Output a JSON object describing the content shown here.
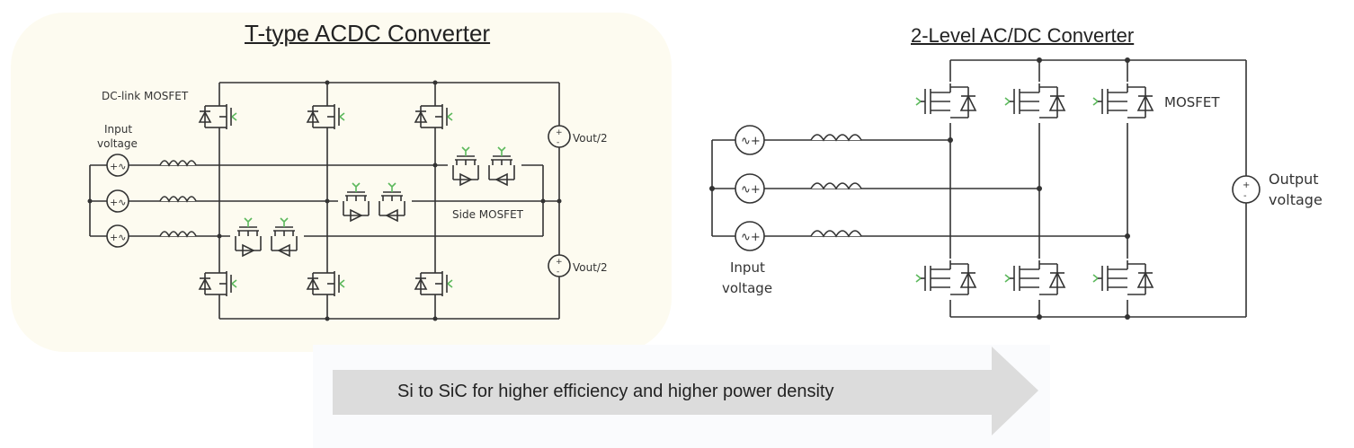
{
  "left_diagram": {
    "title": "T-type ACDC Converter",
    "labels": {
      "dc_link": "DC-link MOSFET",
      "input_1": "Input",
      "input_2": "voltage",
      "side": "Side MOSFET",
      "vout_top": "Vout/2",
      "vout_bottom": "Vout/2"
    },
    "background_color": "#fdfbf0"
  },
  "right_diagram": {
    "title": "2-Level AC/DC Converter",
    "labels": {
      "mosfet": "MOSFET",
      "output_1": "Output",
      "output_2": "voltage",
      "input_1": "Input",
      "input_2": "voltage"
    }
  },
  "arrow": {
    "text": "Si to SiC for higher efficiency and higher power density",
    "color": "#dcdcdc"
  },
  "colors": {
    "wire": "#333333",
    "gate": "#5cb85c"
  }
}
